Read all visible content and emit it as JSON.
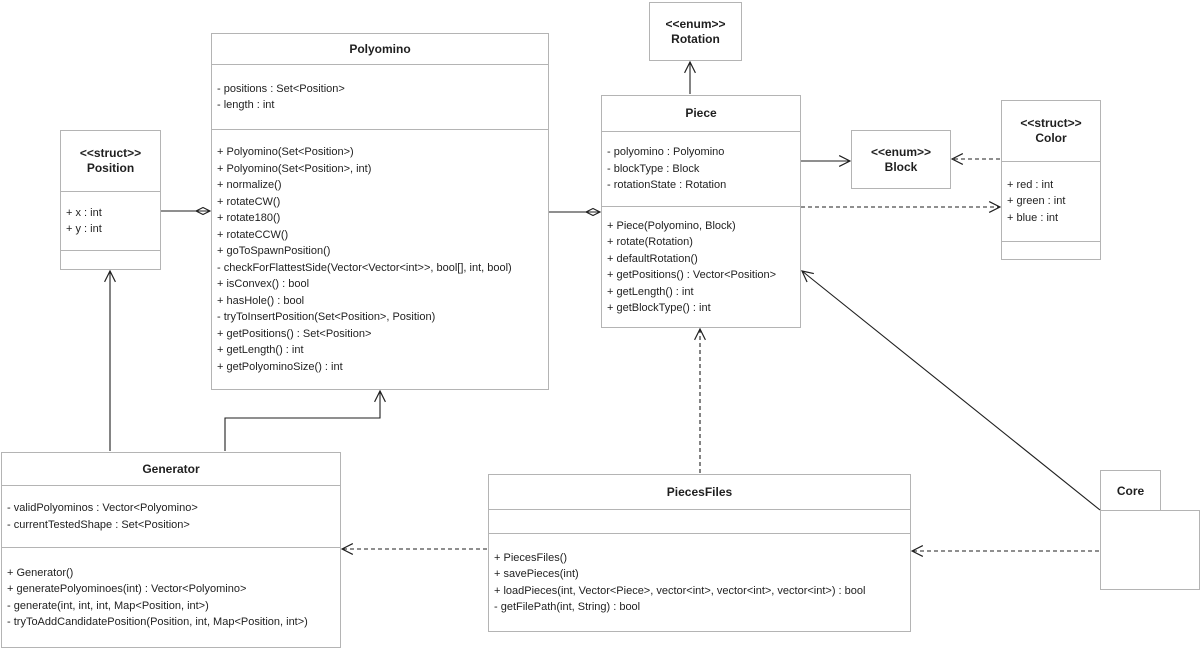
{
  "colors": {
    "background": "#ffffff",
    "box_border": "#b4b4b4",
    "box_fill": "#ffffff",
    "line": "#1f1f1f",
    "text": "#1f1f1f"
  },
  "classes": {
    "position": {
      "stereotype": "<<struct>>",
      "name": "Position",
      "attrs": [
        "+ x : int",
        "+ y : int"
      ]
    },
    "polyomino": {
      "name": "Polyomino",
      "attrs": [
        "- positions : Set<Position>",
        "- length : int"
      ],
      "methods": [
        "+ Polyomino(Set<Position>)",
        "+ Polyomino(Set<Position>, int)",
        "+ normalize()",
        "+ rotateCW()",
        "+ rotate180()",
        "+ rotateCCW()",
        "+ goToSpawnPosition()",
        "- checkForFlattestSide(Vector<Vector<int>>, bool[], int, bool)",
        "+ isConvex() : bool",
        "+ hasHole() : bool",
        "- tryToInsertPosition(Set<Position>, Position)",
        "+ getPositions() : Set<Position>",
        "+ getLength() : int",
        "+ getPolyominoSize() : int"
      ]
    },
    "rotation": {
      "stereotype": "<<enum>>",
      "name": "Rotation"
    },
    "piece": {
      "name": "Piece",
      "attrs": [
        "- polyomino : Polyomino",
        "- blockType : Block",
        "- rotationState : Rotation"
      ],
      "methods": [
        "+ Piece(Polyomino, Block)",
        "+ rotate(Rotation)",
        "+ defaultRotation()",
        "+ getPositions() : Vector<Position>",
        "+ getLength() : int",
        "+ getBlockType() : int"
      ]
    },
    "block": {
      "stereotype": "<<enum>>",
      "name": "Block"
    },
    "color": {
      "stereotype": "<<struct>>",
      "name": "Color",
      "attrs": [
        "+ red : int",
        "+ green : int",
        "+ blue : int"
      ]
    },
    "generator": {
      "name": "Generator",
      "attrs": [
        "- validPolyominos : Vector<Polyomino>",
        "- currentTestedShape : Set<Position>"
      ],
      "methods": [
        "+ Generator()",
        "+ generatePolyominoes(int) : Vector<Polyomino>",
        "- generate(int, int, int, Map<Position, int>)",
        "- tryToAddCandidatePosition(Position, int, Map<Position, int>)"
      ]
    },
    "piecesfiles": {
      "name": "PiecesFiles",
      "methods": [
        "+ PiecesFiles()",
        "+ savePieces(int)",
        "+ loadPieces(int, Vector<Piece>, vector<int>, vector<int>, vector<int>) : bool",
        "- getFilePath(int, String) : bool"
      ]
    },
    "core": {
      "name": "Core"
    }
  },
  "relations": [
    {
      "from": "Position",
      "to": "Polyomino",
      "type": "composition"
    },
    {
      "from": "Polyomino",
      "to": "Piece",
      "type": "composition"
    },
    {
      "from": "Piece",
      "to": "Rotation",
      "type": "association"
    },
    {
      "from": "Piece",
      "to": "Block",
      "type": "association"
    },
    {
      "from": "Color",
      "to": "Block",
      "type": "dependency"
    },
    {
      "from": "Piece",
      "to": "Color",
      "type": "dependency"
    },
    {
      "from": "Generator",
      "to": "Position",
      "type": "association"
    },
    {
      "from": "Generator",
      "to": "Polyomino",
      "type": "association"
    },
    {
      "from": "PiecesFiles",
      "to": "Piece",
      "type": "dependency"
    },
    {
      "from": "Core",
      "to": "Piece",
      "type": "association"
    },
    {
      "from": "Core",
      "to": "PiecesFiles",
      "type": "dependency"
    },
    {
      "from": "PiecesFiles",
      "to": "Generator",
      "type": "dependency"
    }
  ]
}
